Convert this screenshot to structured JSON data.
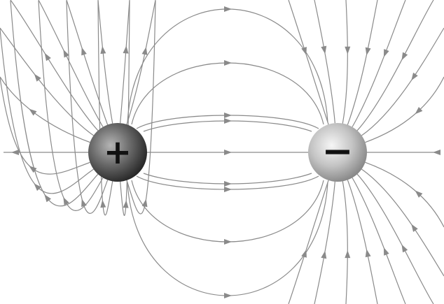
{
  "diagram": {
    "type": "electric-field-lines-dipole",
    "charges": [
      {
        "name": "positive-charge",
        "label": "+",
        "color": "#5f5f5f"
      },
      {
        "name": "negative-charge",
        "label": "−",
        "color": "#b9b9b9"
      }
    ],
    "colors": {
      "field_line": "#8a8a8a",
      "arrow": "#8a8a8a",
      "background": "#ffffff"
    }
  }
}
